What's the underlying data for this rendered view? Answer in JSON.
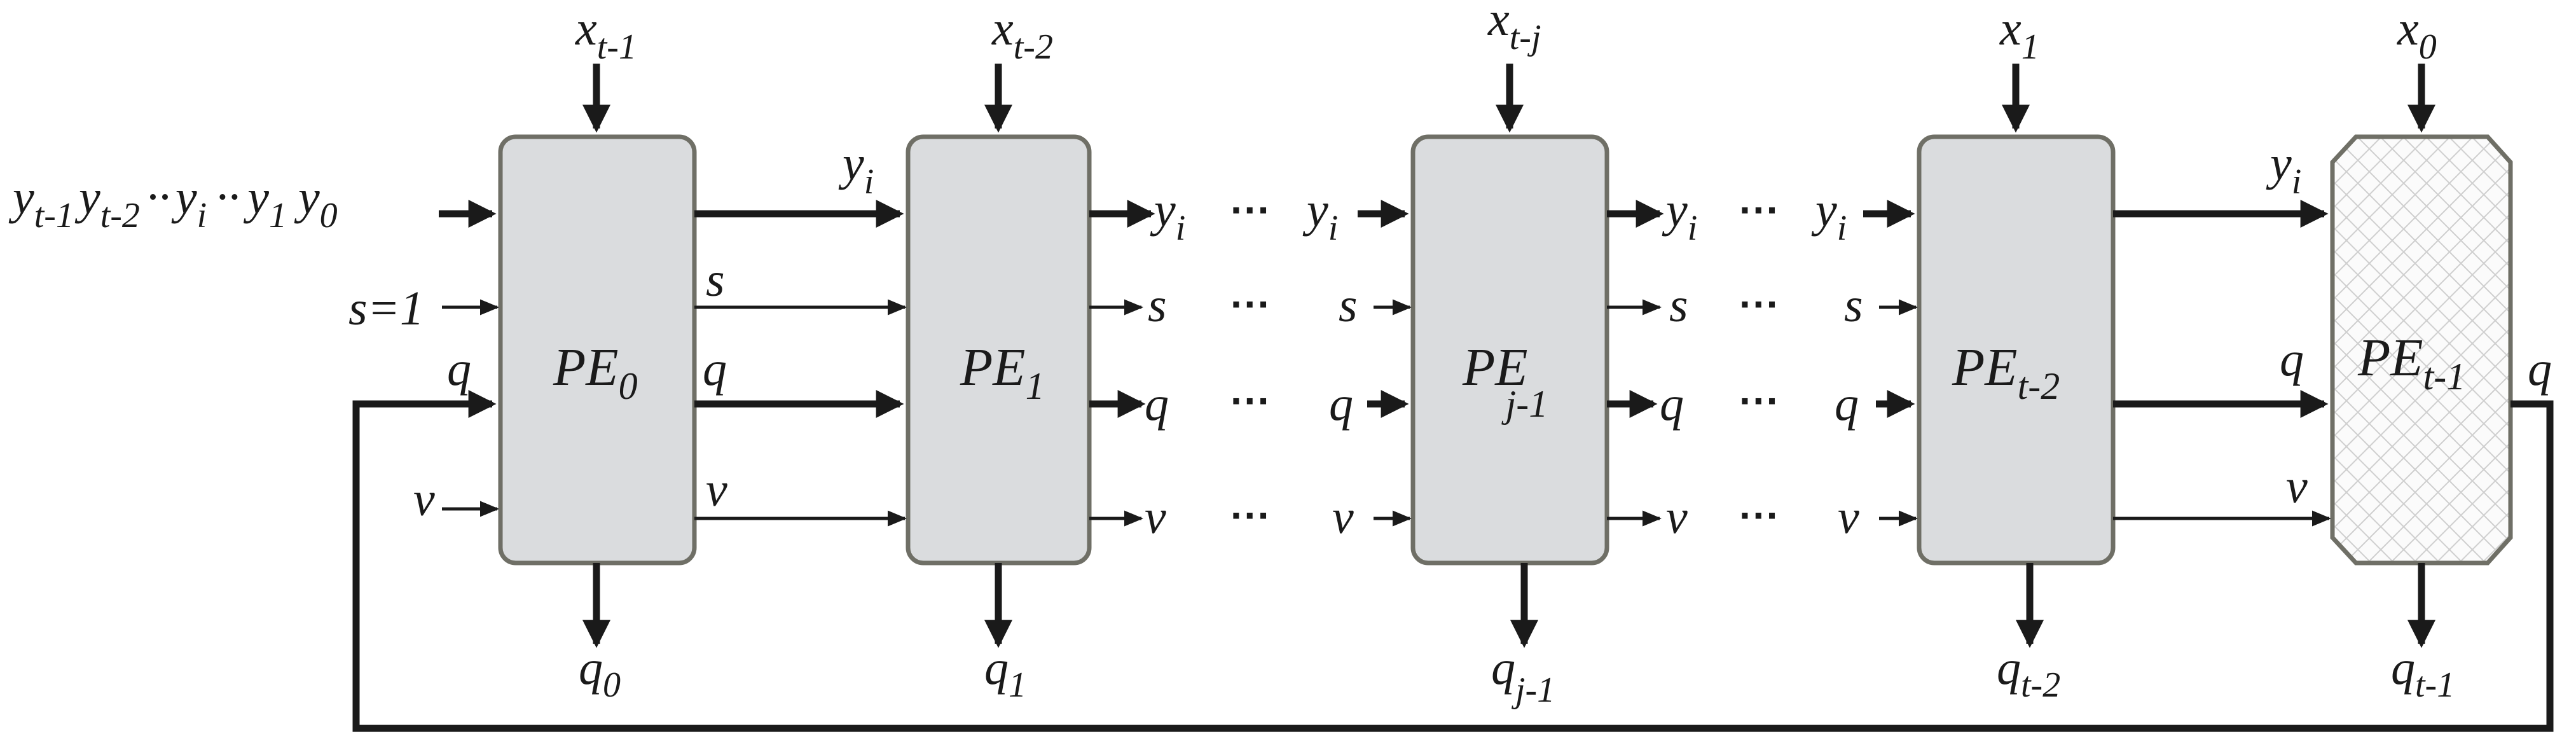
{
  "colors": {
    "pe_fill": "#dadcde",
    "pe_border": "#6f6f66",
    "line": "#1a1a1a",
    "last_pe_pattern": "#cfcfcf"
  },
  "input_sequence": {
    "y_terms": [
      {
        "base": "y",
        "sub": "t-1"
      },
      {
        "base": "y",
        "sub": "t-2"
      },
      {
        "base": "··",
        "sub": ""
      },
      {
        "base": "y",
        "sub": "i"
      },
      {
        "base": "··",
        "sub": ""
      },
      {
        "base": "y",
        "sub": "1"
      },
      {
        "base": "y",
        "sub": "0"
      }
    ],
    "s_init": "s=1",
    "q_label": "q",
    "v_label": "v"
  },
  "elements": [
    {
      "pe_base": "PE",
      "pe_sub": "0",
      "x_base": "x",
      "x_sub": "t-1",
      "q_base": "q",
      "q_sub": "0"
    },
    {
      "pe_base": "PE",
      "pe_sub": "1",
      "x_base": "x",
      "x_sub": "t-2",
      "q_base": "q",
      "q_sub": "1"
    },
    {
      "pe_base": "PE",
      "pe_sub": "j-1",
      "x_base": "x",
      "x_sub": "t-j",
      "q_base": "q",
      "q_sub": "j-1"
    },
    {
      "pe_base": "PE",
      "pe_sub": "t-2",
      "x_base": "x",
      "x_sub": "1",
      "q_base": "q",
      "q_sub": "t-2"
    },
    {
      "pe_base": "PE",
      "pe_sub": "t-1",
      "x_base": "x",
      "x_sub": "0",
      "q_base": "q",
      "q_sub": "t-1"
    }
  ],
  "signals": {
    "y_base": "y",
    "y_sub": "i",
    "s": "s",
    "q": "q",
    "v": "v"
  },
  "ellipsis": "···",
  "feedback_label": "q"
}
